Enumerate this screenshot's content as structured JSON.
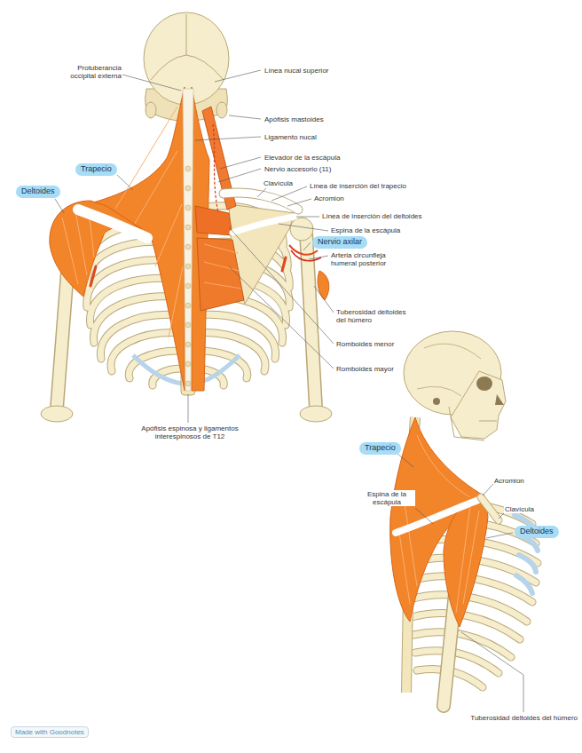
{
  "diagram": {
    "nodes": [
      {
        "text": [
          "Trapecio"
        ]
      },
      {
        "text": [
          "Deltoides"
        ]
      },
      {
        "text": [
          "Nervio axilar"
        ]
      },
      {
        "text": [
          "Trapecio"
        ]
      },
      {
        "text": [
          "Deltoides"
        ]
      }
    ],
    "labels": [
      "Protuberancia occipital externa",
      "Línea nucal superior",
      "Apófisis mastoides",
      "Ligamento nucal",
      "Elevador de la escápula",
      "Nervio accesorio (11)",
      "Clavícula",
      "Línea de inserción del trapecio",
      "Acromion",
      "Línea de inserción del deltoides",
      "Espina de la escápula",
      "Arteria circunfleja humeral posterior",
      "Tuberosidad deltoides del húmero",
      "Romboides menor",
      "Romboides mayor",
      "Apófisis espinosa y ligamentos interespinosos de T12",
      "Espina de la escápula",
      "Acromion",
      "Clavícula",
      "Tuberosidad deltoides del húmero",
      "Made with Goodnotes"
    ]
  }
}
